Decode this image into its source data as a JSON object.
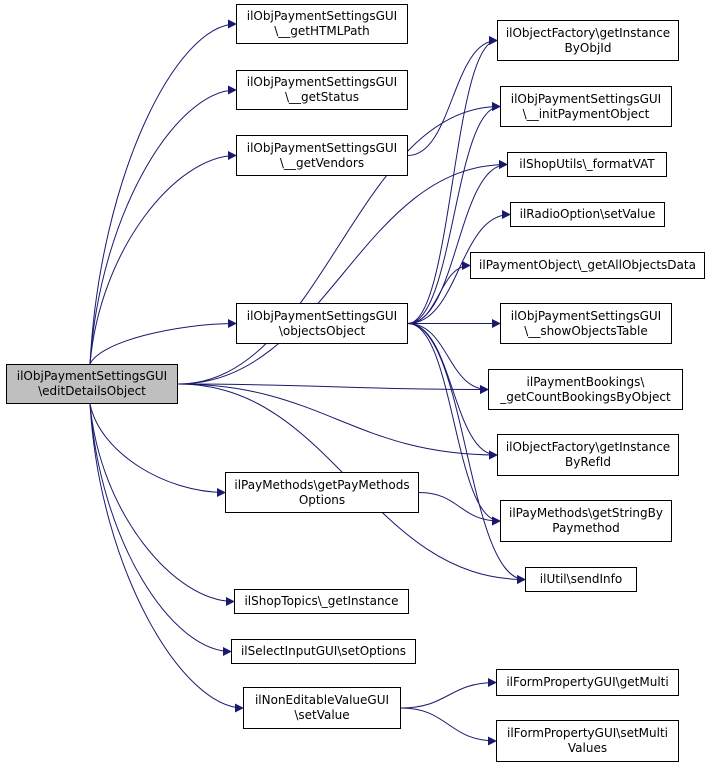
{
  "graph": {
    "colors": {
      "edge": "#191970",
      "node_border": "#000000",
      "root_fill": "#bfbfbf",
      "node_fill": "#ffffff"
    },
    "root": {
      "id": "root",
      "lines": [
        "ilObjPaymentSettingsGUI",
        "\\editDetailsObject"
      ]
    },
    "nodes": [
      {
        "id": "getHTMLPath",
        "lines": [
          "ilObjPaymentSettingsGUI",
          "\\__getHTMLPath"
        ]
      },
      {
        "id": "getStatus",
        "lines": [
          "ilObjPaymentSettingsGUI",
          "\\__getStatus"
        ]
      },
      {
        "id": "getVendors",
        "lines": [
          "ilObjPaymentSettingsGUI",
          "\\__getVendors"
        ]
      },
      {
        "id": "objectsObject",
        "lines": [
          "ilObjPaymentSettingsGUI",
          "\\objectsObject"
        ]
      },
      {
        "id": "getPayMethodsOptions",
        "lines": [
          "ilPayMethods\\getPayMethods",
          "Options"
        ]
      },
      {
        "id": "shopTopicsGetInstance",
        "lines": [
          "ilShopTopics\\_getInstance"
        ]
      },
      {
        "id": "selectSetOptions",
        "lines": [
          "ilSelectInputGUI\\setOptions"
        ]
      },
      {
        "id": "nonEditableSetValue",
        "lines": [
          "ilNonEditableValueGUI",
          "\\setValue"
        ]
      },
      {
        "id": "getInstanceByObjId",
        "lines": [
          "ilObjectFactory\\getInstance",
          "ByObjId"
        ]
      },
      {
        "id": "initPaymentObject",
        "lines": [
          "ilObjPaymentSettingsGUI",
          "\\__initPaymentObject"
        ]
      },
      {
        "id": "formatVAT",
        "lines": [
          "ilShopUtils\\_formatVAT"
        ]
      },
      {
        "id": "radioSetValue",
        "lines": [
          "ilRadioOption\\setValue"
        ]
      },
      {
        "id": "getAllObjectsData",
        "lines": [
          "ilPaymentObject\\_getAllObjectsData"
        ]
      },
      {
        "id": "showObjectsTable",
        "lines": [
          "ilObjPaymentSettingsGUI",
          "\\__showObjectsTable"
        ]
      },
      {
        "id": "getCountBookings",
        "lines": [
          "ilPaymentBookings\\",
          "_getCountBookingsByObject"
        ]
      },
      {
        "id": "getInstanceByRefId",
        "lines": [
          "ilObjectFactory\\getInstance",
          "ByRefId"
        ]
      },
      {
        "id": "getStringByPaymethod",
        "lines": [
          "ilPayMethods\\getStringBy",
          "Paymethod"
        ]
      },
      {
        "id": "sendInfo",
        "lines": [
          "ilUtil\\sendInfo"
        ]
      },
      {
        "id": "getMulti",
        "lines": [
          "ilFormPropertyGUI\\getMulti"
        ]
      },
      {
        "id": "setMultiValues",
        "lines": [
          "ilFormPropertyGUI\\setMulti",
          "Values"
        ]
      }
    ],
    "edges": [
      [
        "root",
        "getHTMLPath"
      ],
      [
        "root",
        "getStatus"
      ],
      [
        "root",
        "getVendors"
      ],
      [
        "root",
        "objectsObject"
      ],
      [
        "root",
        "getPayMethodsOptions"
      ],
      [
        "root",
        "shopTopicsGetInstance"
      ],
      [
        "root",
        "selectSetOptions"
      ],
      [
        "root",
        "nonEditableSetValue"
      ],
      [
        "root",
        "initPaymentObject"
      ],
      [
        "root",
        "formatVAT"
      ],
      [
        "root",
        "getCountBookings"
      ],
      [
        "root",
        "getInstanceByRefId"
      ],
      [
        "root",
        "sendInfo"
      ],
      [
        "getVendors",
        "getInstanceByObjId"
      ],
      [
        "objectsObject",
        "getInstanceByObjId"
      ],
      [
        "objectsObject",
        "initPaymentObject"
      ],
      [
        "objectsObject",
        "formatVAT"
      ],
      [
        "objectsObject",
        "radioSetValue"
      ],
      [
        "objectsObject",
        "getAllObjectsData"
      ],
      [
        "objectsObject",
        "showObjectsTable"
      ],
      [
        "objectsObject",
        "getCountBookings"
      ],
      [
        "objectsObject",
        "getInstanceByRefId"
      ],
      [
        "objectsObject",
        "getStringByPaymethod"
      ],
      [
        "objectsObject",
        "sendInfo"
      ],
      [
        "getPayMethodsOptions",
        "getStringByPaymethod"
      ],
      [
        "nonEditableSetValue",
        "getMulti"
      ],
      [
        "nonEditableSetValue",
        "setMultiValues"
      ]
    ]
  }
}
